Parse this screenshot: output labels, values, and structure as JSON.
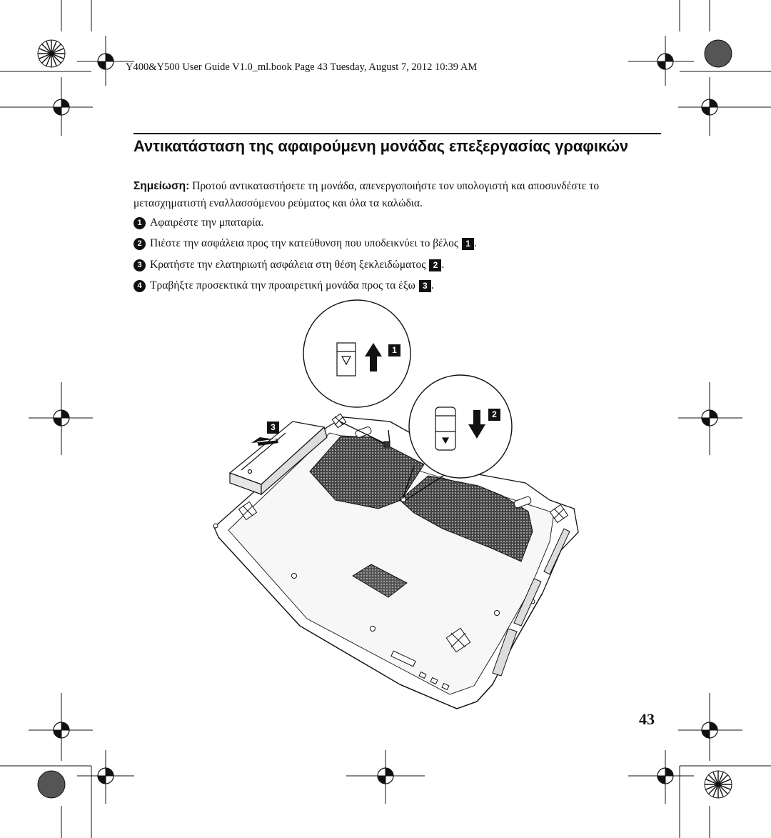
{
  "header": {
    "text": "Y400&Y500 User Guide V1.0_ml.book  Page 43  Tuesday, August 7, 2012  10:39 AM"
  },
  "title": "Αντικατάσταση της αφαιρούμενη μονάδας επεξεργασίας γραφικών",
  "note": {
    "label": "Σημείωση:",
    "text": " Προτού αντικαταστήσετε τη μονάδα, απενεργοποιήστε τον υπολογιστή και αποσυνδέστε το μετασχηματιστή εναλλασσόμενου ρεύματος και όλα τα καλώδια."
  },
  "steps": [
    {
      "num": "1",
      "text": "Αφαιρέστε την μπαταρία.",
      "box": "",
      "trail": ""
    },
    {
      "num": "2",
      "text": "Πιέστε την ασφάλεια προς την κατεύθυνση που υποδεικνύει το βέλος",
      "box": "1",
      "trail": "."
    },
    {
      "num": "3",
      "text": "Κρατήστε την ελατηριωτή ασφάλεια στη θέση ξεκλειδώματος",
      "box": "2",
      "trail": "."
    },
    {
      "num": "4",
      "text": "Τραβήξτε προσεκτικά την προαιρετική μονάδα προς τα έξω",
      "box": "3",
      "trail": "."
    }
  ],
  "illustration": {
    "callout_1": "1",
    "callout_2": "2",
    "callout_3": "3"
  },
  "page_number": "43"
}
